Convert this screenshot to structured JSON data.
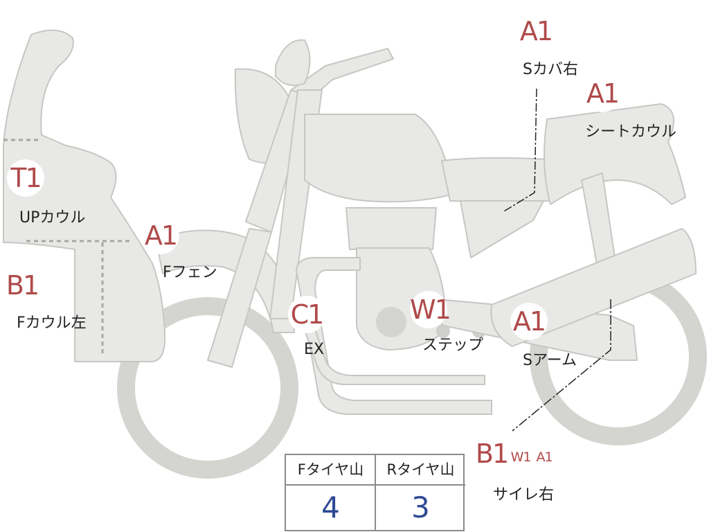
{
  "parts": [
    {
      "id": "s-cover-right",
      "grade": "A1",
      "label": "Sカバ右"
    },
    {
      "id": "seat-cowl",
      "grade": "A1",
      "label": "シートカウル"
    },
    {
      "id": "up-cowl",
      "grade": "T1",
      "label": "UPカウル"
    },
    {
      "id": "f-fender",
      "grade": "A1",
      "label": "Fフェン"
    },
    {
      "id": "f-cowl-left",
      "grade": "B1",
      "label": "Fカウル左"
    },
    {
      "id": "ex",
      "grade": "C1",
      "label": "EX"
    },
    {
      "id": "step",
      "grade": "W1",
      "label": "ステップ"
    },
    {
      "id": "s-arm",
      "grade": "A1",
      "label": "Sアーム"
    },
    {
      "id": "silencer-right",
      "grade": "B1",
      "label": "サイレ右",
      "extra_grades": [
        "W1",
        "A1"
      ]
    }
  ],
  "tire_table": {
    "front_header": "Fタイヤ山",
    "rear_header": "Rタイヤ山",
    "front_value": "4",
    "rear_value": "3"
  },
  "colors": {
    "part_fill": "#e8e8e6",
    "part_stroke": "#c6c6c3",
    "grade_text": "#b04a4a",
    "tire_value_text": "#2e4a94"
  }
}
